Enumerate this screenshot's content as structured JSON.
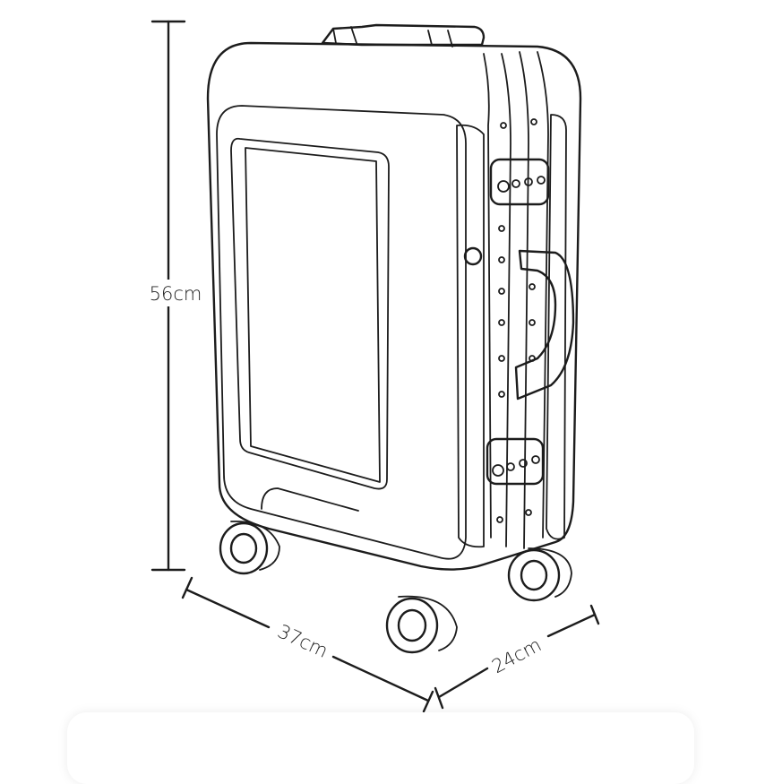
{
  "dimensions": {
    "height": "56cm",
    "width": "37cm",
    "depth": "24cm"
  },
  "colors": {
    "line": "#1c1c1c",
    "background": "#ffffff"
  }
}
